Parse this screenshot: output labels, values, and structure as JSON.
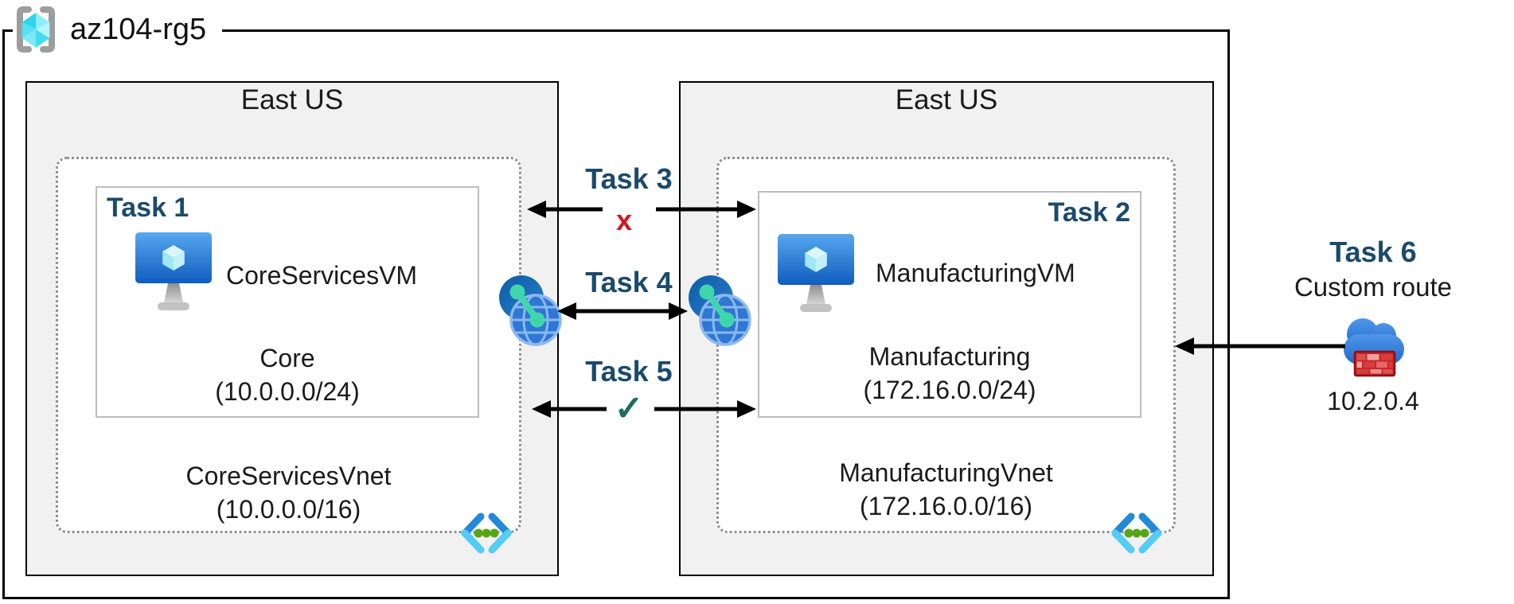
{
  "resource_group": {
    "label": "az104-rg5"
  },
  "regions": {
    "left": {
      "name": "East US",
      "vm_task": "Task 1",
      "vm_name": "CoreServicesVM",
      "subnet_name": "Core",
      "subnet_cidr": "(10.0.0.0/24)",
      "vnet_name": "CoreServicesVnet",
      "vnet_cidr": "(10.0.0.0/16)"
    },
    "right": {
      "name": "East US",
      "vm_task": "Task 2",
      "vm_name": "ManufacturingVM",
      "subnet_name": "Manufacturing",
      "subnet_cidr": "(172.16.0.0/24)",
      "vnet_name": "ManufacturingVnet",
      "vnet_cidr": "(172.16.0.0/16)"
    }
  },
  "connections": {
    "task3": {
      "label": "Task 3",
      "marker": "x"
    },
    "task4": {
      "label": "Task 4"
    },
    "task5": {
      "label": "Task 5",
      "marker": "✓"
    },
    "task6": {
      "label": "Task 6",
      "sublabel": "Custom route",
      "address": "10.2.0.4"
    }
  },
  "icons": {
    "resource_group": "resource-group-cube-icon",
    "virtual_machine": "vm-monitor-icon",
    "virtual_network": "vnet-brackets-icon",
    "peering": "network-peering-globe-icon",
    "nva": "cloud-firewall-icon"
  },
  "colors": {
    "task_label": "#1b4a6b",
    "blocked_x": "#cf1627",
    "allowed_check": "#1e6f60",
    "region_fill": "#f1f1f1",
    "arrow": "#000000",
    "vnet_dotted_border": "#8f8f8f"
  }
}
